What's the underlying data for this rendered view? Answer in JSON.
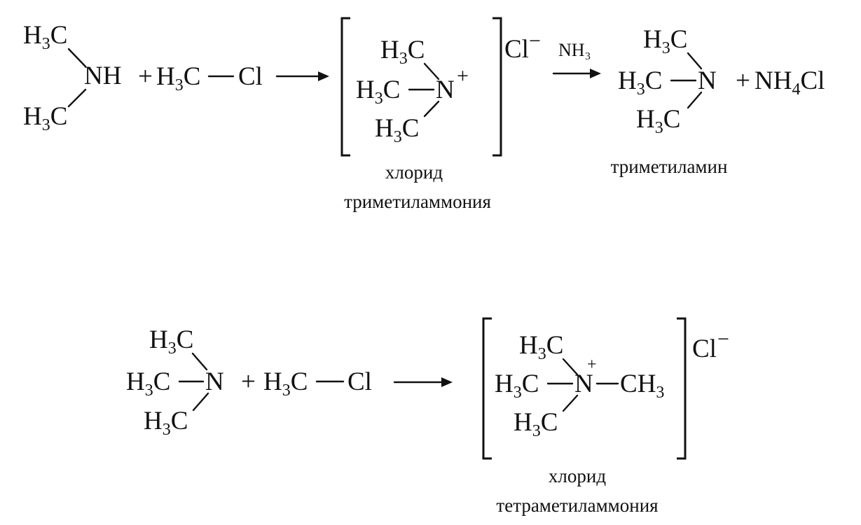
{
  "labels": {
    "h": "H",
    "c": "C",
    "three": "3",
    "four": "4",
    "nh": "NH",
    "n": "N",
    "cl": "Cl",
    "plus": "+",
    "minus": "−",
    "nh4": "NH",
    "nh4cl_tail": "Cl"
  },
  "reaction1": {
    "reagent": "NH₃",
    "caption_intermediate_line1": "хлорид",
    "caption_intermediate_line2": "триметиламмония",
    "caption_product": "триметиламин"
  },
  "reaction2": {
    "caption_product_line1": "хлорид",
    "caption_product_line2": "тетраметиламмония"
  }
}
